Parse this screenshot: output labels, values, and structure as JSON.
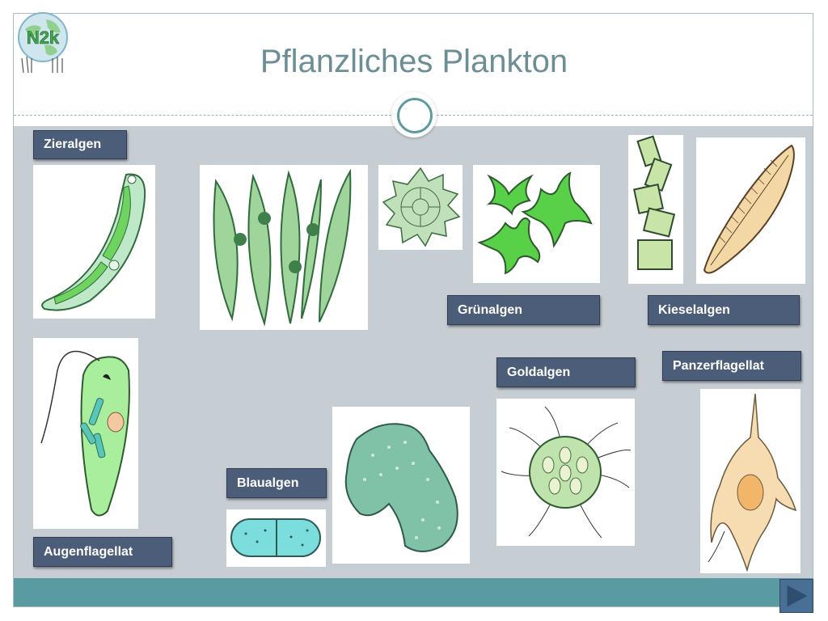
{
  "slide": {
    "title": "Pflanzliches Plankton",
    "logo_text": "N2k"
  },
  "labels": {
    "zieralgen": "Zieralgen",
    "gruenalgen": "Grünalgen",
    "kieselalgen": "Kieselalgen",
    "goldalgen": "Goldalgen",
    "panzerflagellat": "Panzerflagellat",
    "blaualgen": "Blaualgen",
    "augenflagellat": "Augenflagellat"
  },
  "colors": {
    "title": "#6c8e95",
    "content_background": "#c7ced3",
    "bottom_bar": "#5a9aa1",
    "label_background": "#4b5d78",
    "nav_button": "#4a6f95"
  },
  "navigation": {
    "next_icon": "play-triangle-icon"
  }
}
